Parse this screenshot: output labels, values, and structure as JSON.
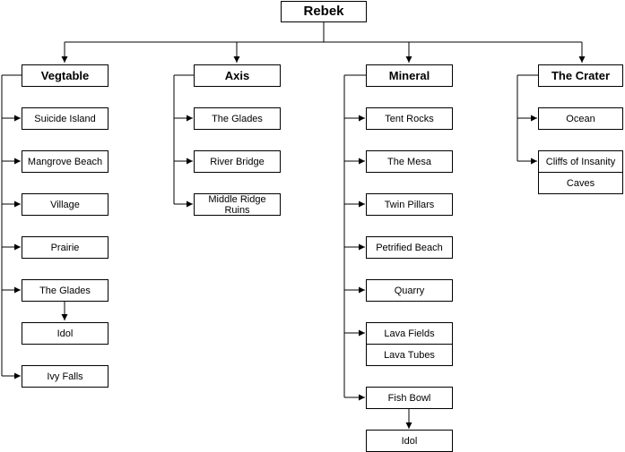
{
  "root": "Rebek",
  "groups": {
    "vegtable": {
      "title": "Vegtable",
      "items": [
        "Suicide Island",
        "Mangrove Beach",
        "Village",
        "Prairie",
        "The Glades",
        "Idol",
        "Ivy Falls"
      ]
    },
    "axis": {
      "title": "Axis",
      "items": [
        "The Glades",
        "River Bridge",
        "Middle Ridge Ruins"
      ]
    },
    "mineral": {
      "title": "Mineral",
      "items": [
        "Tent Rocks",
        "The Mesa",
        "Twin Pillars",
        "Petrified Beach",
        "Quarry",
        "Lava Fields",
        "Lava Tubes",
        "Fish Bowl",
        "Idol"
      ]
    },
    "crater": {
      "title": "The Crater",
      "items": [
        "Ocean",
        "Cliffs of Insanity",
        "Caves"
      ]
    }
  },
  "colors": {
    "line": "#000000",
    "box_border": "#000000",
    "background": "#ffffff"
  }
}
